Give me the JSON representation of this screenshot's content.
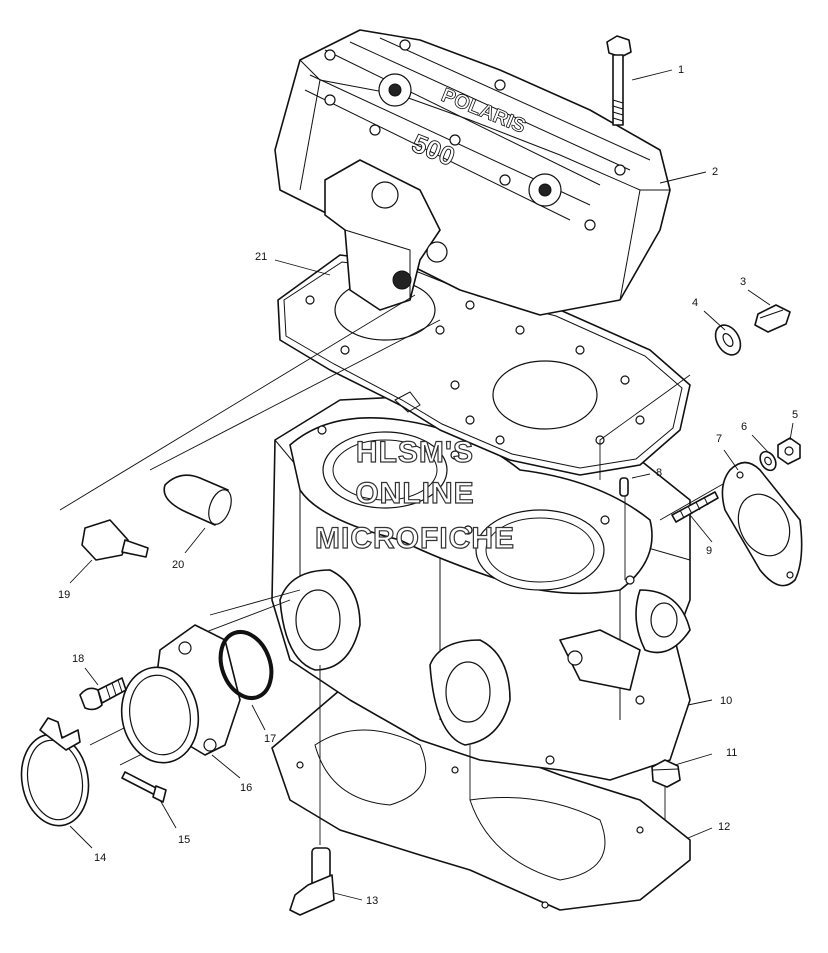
{
  "watermark": {
    "line1": "HLSM'S",
    "line2": "ONLINE",
    "line3": "MICROFICHE"
  },
  "head_casting": {
    "brand_text": "POLARIS",
    "model_text": "500"
  },
  "callouts": [
    "1",
    "2",
    "3",
    "4",
    "5",
    "6",
    "7",
    "8",
    "9",
    "10",
    "11",
    "12",
    "13",
    "14",
    "15",
    "16",
    "17",
    "18",
    "19",
    "20",
    "21"
  ]
}
